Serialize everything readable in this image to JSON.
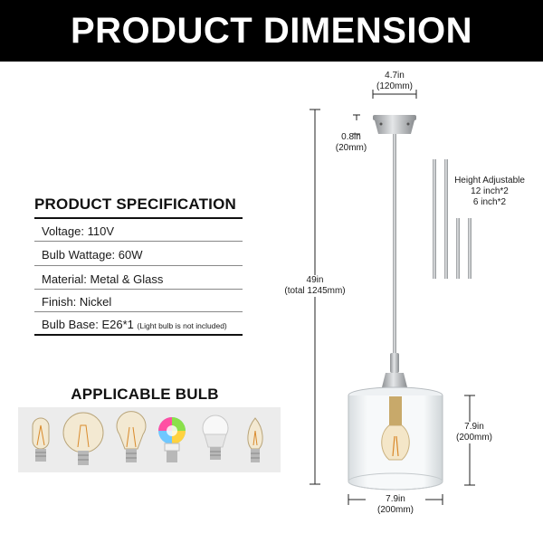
{
  "header": {
    "title": "PRODUCT DIMENSION"
  },
  "spec": {
    "title": "PRODUCT SPECIFICATION",
    "rows": [
      {
        "text": "Voltage: 110V",
        "note": ""
      },
      {
        "text": "Bulb Wattage: 60W",
        "note": ""
      },
      {
        "text": "Material: Metal & Glass",
        "note": ""
      },
      {
        "text": "Finish: Nickel",
        "note": ""
      },
      {
        "text": "Bulb Base: E26*1",
        "note": "(Light bulb is not included)"
      }
    ]
  },
  "bulbs": {
    "title": "APPLICABLE BULB",
    "items": [
      "tubular-filament-bulb-icon",
      "globe-filament-bulb-icon",
      "a19-filament-bulb-icon",
      "rgb-smart-bulb-icon",
      "led-bulb-icon",
      "candle-bulb-icon"
    ]
  },
  "dimensions": {
    "canopy_width_in": "4.7in",
    "canopy_width_mm": "(120mm)",
    "canopy_height_in": "0.8in",
    "canopy_height_mm": "(20mm)",
    "total_height_in": "49in",
    "total_height_mm": "(total 1245mm)",
    "shade_height_in": "7.9in",
    "shade_height_mm": "(200mm)",
    "shade_width_in": "7.9in",
    "shade_width_mm": "(200mm)"
  },
  "rods": {
    "title": "Height Adjustable",
    "line1": "12 inch*2",
    "line2": "6 inch*2"
  },
  "colors": {
    "banner": "#000000",
    "metal": "#a9acae",
    "line": "#111111"
  }
}
